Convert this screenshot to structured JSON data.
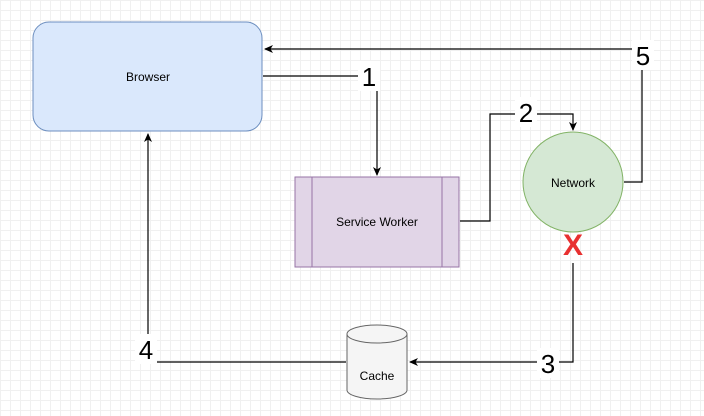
{
  "nodes": {
    "browser": {
      "label": "Browser"
    },
    "service_worker": {
      "label": "Service Worker"
    },
    "network": {
      "label": "Network"
    },
    "cache": {
      "label": "Cache"
    }
  },
  "steps": {
    "s1": "1",
    "s2": "2",
    "s3": "3",
    "s4": "4",
    "s5": "5"
  },
  "failure_marker": "X",
  "colors": {
    "browser_fill": "#dae8fc",
    "browser_stroke": "#6c8ebf",
    "service_worker_fill": "#e1d5e7",
    "service_worker_stroke": "#9673a6",
    "network_fill": "#d5e8d4",
    "network_stroke": "#82b366",
    "cache_fill": "#f5f5f5",
    "cache_stroke": "#666666",
    "failure": "#e83030"
  }
}
